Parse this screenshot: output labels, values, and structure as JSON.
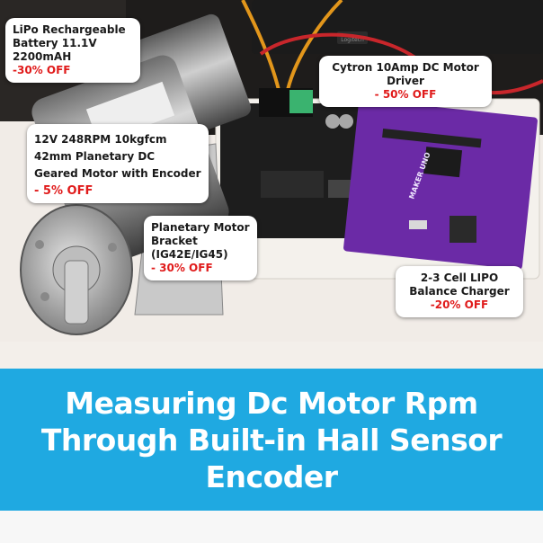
{
  "callouts": {
    "battery": {
      "title": "LiPo Rechargeable Battery 11.1V 2200mAH",
      "discount": "-30% OFF"
    },
    "motor": {
      "title": "12V 248RPM 10kgfcm 42mm Planetary DC Geared Motor with Encoder",
      "discount": "- 5% OFF"
    },
    "bracket": {
      "title": "Planetary Motor Bracket (IG42E/IG45)",
      "discount": "- 30% OFF"
    },
    "driver": {
      "title": "Cytron 10Amp DC Motor Driver",
      "discount": "- 50% OFF"
    },
    "charger": {
      "title": "2-3 Cell LIPO Balance Charger",
      "discount": "-20% OFF"
    }
  },
  "banner": {
    "title": "Measuring Dc Motor Rpm Through Built-in Hall Sensor Encoder"
  },
  "photo_labels": {
    "board_brand": "MAKER UNO",
    "keyboard_brand": "Logitech"
  },
  "colors": {
    "banner_bg": "#1fa9e1",
    "discount_red": "#e01b1b",
    "board_purple": "#6b2aa6"
  }
}
